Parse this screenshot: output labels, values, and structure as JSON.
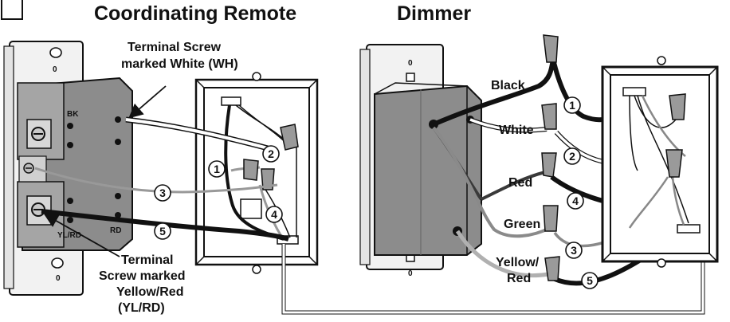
{
  "headings": {
    "left": "Coordinating Remote",
    "right": "Dimmer"
  },
  "remote_labels": {
    "terminal_white": [
      "Terminal Screw",
      "marked White (WH)"
    ],
    "terminal_yellow_red": [
      "Terminal",
      "Screw marked",
      "Yellow/Red",
      "(YL/RD)"
    ],
    "bk": "BK",
    "yl_rd": "YL/RD",
    "rd": "RD"
  },
  "dimmer_labels": {
    "black": "Black",
    "white": "White",
    "red": "Red",
    "green": "Green",
    "yellow_red": [
      "Yellow/",
      "Red"
    ]
  },
  "callouts": {
    "left": [
      "1",
      "2",
      "3",
      "4",
      "5"
    ],
    "right": [
      "1",
      "2",
      "3",
      "4",
      "5"
    ]
  },
  "colors": {
    "line": "#111111",
    "wire_black": "#111111",
    "wire_red": "#3a3a3a",
    "wire_green": "#8a8a8a",
    "wire_yellow_red": "#b0b0b0",
    "body_gray": "#8c8c8c",
    "plate": "#f0f0f0",
    "nut": "#9a9a9a"
  }
}
